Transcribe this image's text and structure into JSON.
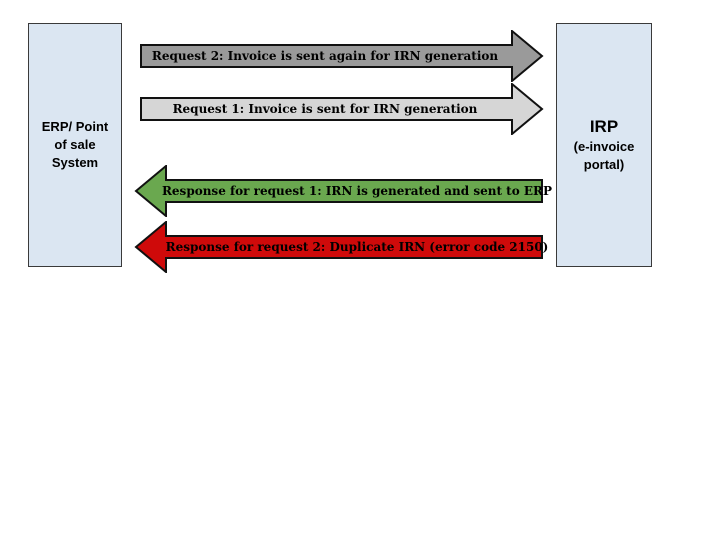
{
  "nodes": {
    "erp": {
      "label": "ERP/ Point\nof sale\nSystem"
    },
    "irp": {
      "title": "IRP",
      "subtitle": "(e-invoice\nportal)"
    }
  },
  "arrows": [
    {
      "id": "request-2",
      "direction": "right",
      "label": "Request 2: Invoice is sent again for IRN generation",
      "fill": "#9a9a9a"
    },
    {
      "id": "request-1",
      "direction": "right",
      "label": "Request 1: Invoice is sent for IRN generation",
      "fill": "#d6d6d6"
    },
    {
      "id": "response-1",
      "direction": "left",
      "label": "Response for request 1: IRN is generated and sent to ERP",
      "fill": "#6aa84f"
    },
    {
      "id": "response-2",
      "direction": "left",
      "label": "Response for request 2: Duplicate IRN (error code 2150)",
      "fill": "#cf0a0a"
    }
  ],
  "colors": {
    "background": "#ffffff",
    "node_fill": "#dbe6f2",
    "node_border": "#3a3a3a",
    "arrow_border": "#111111",
    "label_text": "#000000"
  }
}
